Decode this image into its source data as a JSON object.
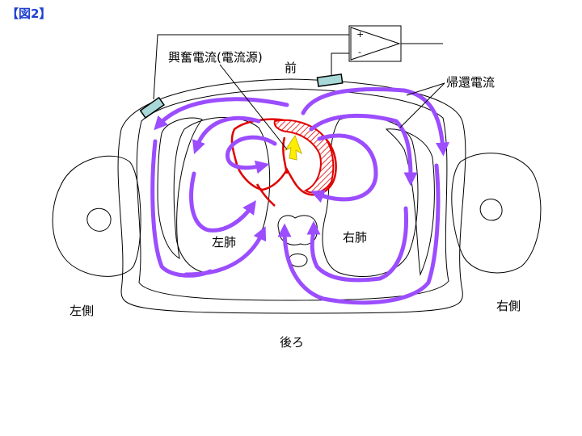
{
  "figure_title": "【図2】",
  "labels": {
    "excitation_current": "興奮電流(電流源)",
    "front": "前",
    "return_current": "帰還電流",
    "left_lung": "左肺",
    "right_lung": "右肺",
    "left_side": "左側",
    "right_side": "右側",
    "back": "後ろ"
  },
  "amplifier": {
    "plus": "+",
    "minus": "-"
  },
  "colors": {
    "current_arrows": "#9b4dff",
    "heart_outline": "#e00000",
    "electrode_fill": "#a8d8d8",
    "source_arrow": "#ffee00",
    "title": "#1f3fd0"
  }
}
